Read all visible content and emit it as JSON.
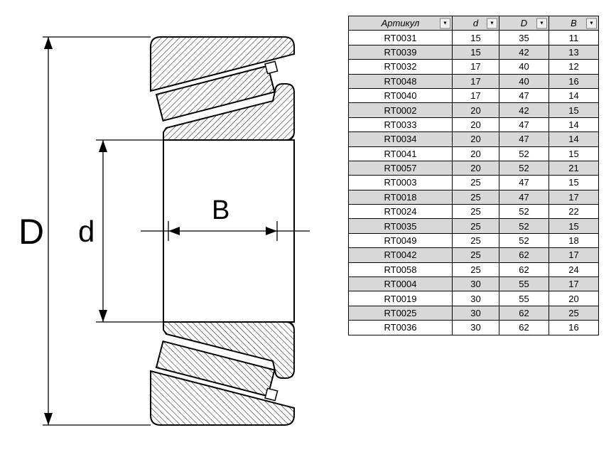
{
  "diagram": {
    "labels": {
      "D": "D",
      "d": "d",
      "B": "B"
    }
  },
  "table": {
    "icons": {
      "filter_dropdown": "▼"
    },
    "columns": [
      {
        "label": "Артикул"
      },
      {
        "label": "d"
      },
      {
        "label": "D"
      },
      {
        "label": "B"
      }
    ],
    "rows": [
      [
        "RT0031",
        15,
        35,
        11
      ],
      [
        "RT0039",
        15,
        42,
        13
      ],
      [
        "RT0032",
        17,
        40,
        12
      ],
      [
        "RT0048",
        17,
        40,
        16
      ],
      [
        "RT0040",
        17,
        47,
        14
      ],
      [
        "RT0002",
        20,
        42,
        15
      ],
      [
        "RT0033",
        20,
        47,
        14
      ],
      [
        "RT0034",
        20,
        47,
        14
      ],
      [
        "RT0041",
        20,
        52,
        15
      ],
      [
        "RT0057",
        20,
        52,
        21
      ],
      [
        "RT0003",
        25,
        47,
        15
      ],
      [
        "RT0018",
        25,
        47,
        17
      ],
      [
        "RT0024",
        25,
        52,
        22
      ],
      [
        "RT0035",
        25,
        52,
        15
      ],
      [
        "RT0049",
        25,
        52,
        18
      ],
      [
        "RT0042",
        25,
        62,
        17
      ],
      [
        "RT0058",
        25,
        62,
        24
      ],
      [
        "RT0004",
        30,
        55,
        17
      ],
      [
        "RT0019",
        30,
        55,
        20
      ],
      [
        "RT0025",
        30,
        62,
        25
      ],
      [
        "RT0036",
        30,
        62,
        16
      ]
    ],
    "colors": {
      "header_bg": "#d8d8d8",
      "alt_row_bg": "#d8d8d8",
      "row_bg": "#ffffff",
      "border": "#000000",
      "text": "#000000"
    }
  }
}
